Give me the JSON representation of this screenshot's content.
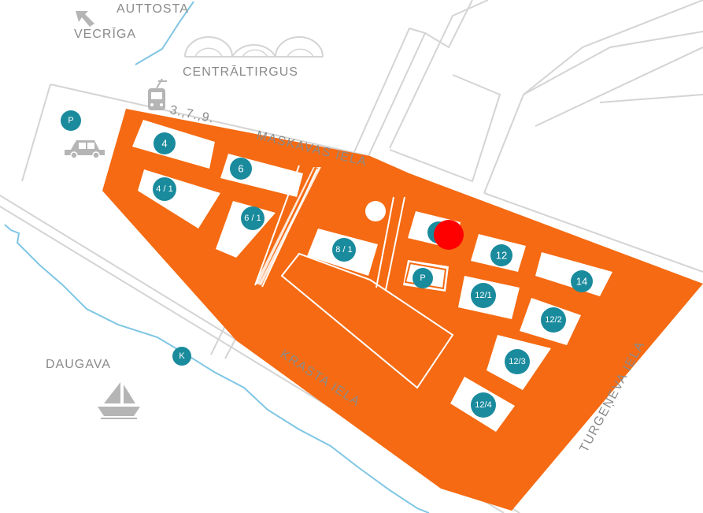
{
  "colors": {
    "area": "#f56a12",
    "badge": "#1a8b9d",
    "marker": "#ff0000",
    "road": "#d4d4d4",
    "text": "#8a8a8a",
    "water": "#7fc6e4"
  },
  "places": {
    "auttosta": "AUTTOSTA",
    "vecriga": "VECRĪGA",
    "centraltirgus": "CENTRĀLTIRGUS",
    "daugava": "DAUGAVA"
  },
  "streets": {
    "maskavas": "MASKAVAS IELA",
    "krasta": "KRASTA IELA",
    "turgeneva": "TURGEŅEVA IELA"
  },
  "tram_routes": "3.,7.,9.",
  "parking_label": "P",
  "port_label": "K",
  "buildings": [
    "4",
    "4 / 1",
    "6",
    "6 / 1",
    "8 / 1",
    "12",
    "14",
    "12/1",
    "12/2",
    "12/3",
    "12/4"
  ],
  "icons": {
    "arrow": "arrow-up-left-icon",
    "tram": "tram-icon",
    "car": "car-icon",
    "ship": "sailboat-icon",
    "location": "location-marker-icon"
  }
}
